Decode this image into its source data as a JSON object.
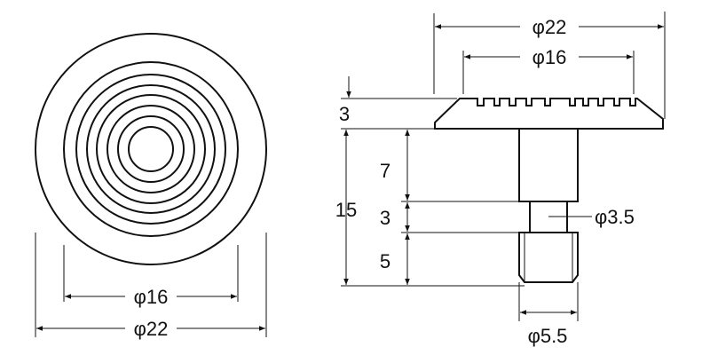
{
  "front_view": {
    "dims": {
      "inner_diameter": "φ16",
      "outer_diameter": "φ22"
    }
  },
  "side_view": {
    "dims": {
      "top_outer_diameter": "φ22",
      "top_inner_diameter": "φ16",
      "head_thickness": "3",
      "total_height": "15",
      "shank_upper_length": "7",
      "neck_length": "3",
      "tip_length": "5",
      "neck_diameter": "φ3.5",
      "tip_diameter": "φ5.5"
    }
  }
}
